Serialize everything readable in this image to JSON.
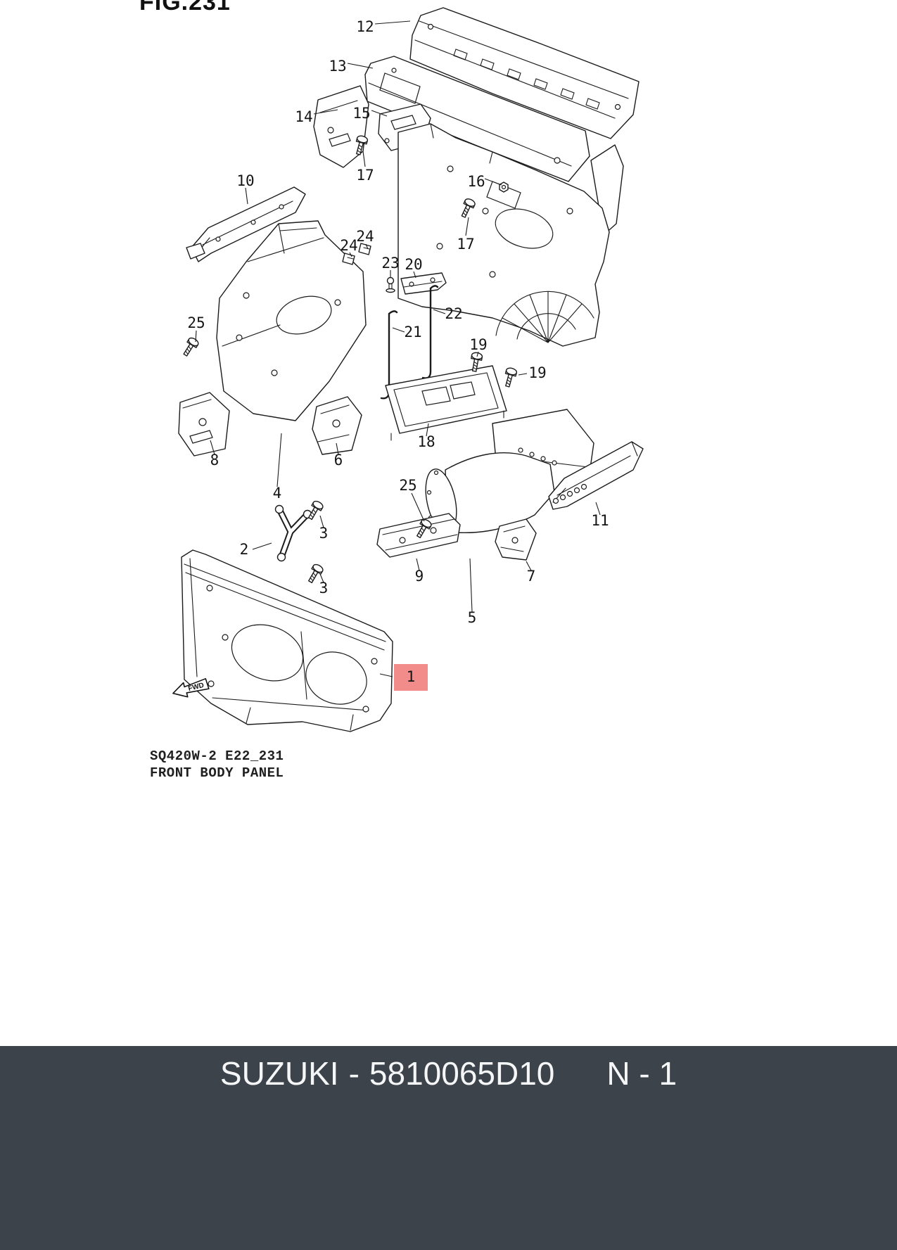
{
  "page": {
    "fig_label": "FIG.231",
    "fwd_label": "FWD"
  },
  "diagram": {
    "code": "SQ420W-2 E22_231",
    "title": "FRONT BODY PANEL",
    "line_color": "#1b1b1b",
    "highlight": {
      "label": "1",
      "color": "#f28c8a"
    },
    "callouts": [
      {
        "label": "12"
      },
      {
        "label": "13"
      },
      {
        "label": "14"
      },
      {
        "label": "15"
      },
      {
        "label": "17"
      },
      {
        "label": "16"
      },
      {
        "label": "17"
      },
      {
        "label": "10"
      },
      {
        "label": "24"
      },
      {
        "label": "24"
      },
      {
        "label": "23"
      },
      {
        "label": "20"
      },
      {
        "label": "22"
      },
      {
        "label": "21"
      },
      {
        "label": "25"
      },
      {
        "label": "19"
      },
      {
        "label": "19"
      },
      {
        "label": "8"
      },
      {
        "label": "6"
      },
      {
        "label": "4"
      },
      {
        "label": "18"
      },
      {
        "label": "25"
      },
      {
        "label": "11"
      },
      {
        "label": "2"
      },
      {
        "label": "3"
      },
      {
        "label": "3"
      },
      {
        "label": "9"
      },
      {
        "label": "7"
      },
      {
        "label": "5"
      },
      {
        "label": "1"
      }
    ]
  },
  "footer": {
    "brand": "SUZUKI",
    "separator": "-",
    "part_number": "5810065D10",
    "page_ref": "N - 1",
    "background": "#3d434a",
    "text_color": "#f5f6f7"
  }
}
